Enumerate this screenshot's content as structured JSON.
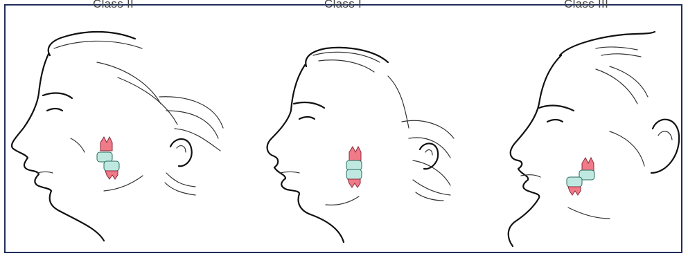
{
  "panels": [
    {
      "label": "Class II"
    },
    {
      "label": "Class I"
    },
    {
      "label": "Class III"
    }
  ],
  "colors": {
    "frame": "#1f2d5a",
    "line_art": "#111111",
    "canine_tooth": "#f07a88",
    "molar_tooth": "#bfe9e0"
  }
}
